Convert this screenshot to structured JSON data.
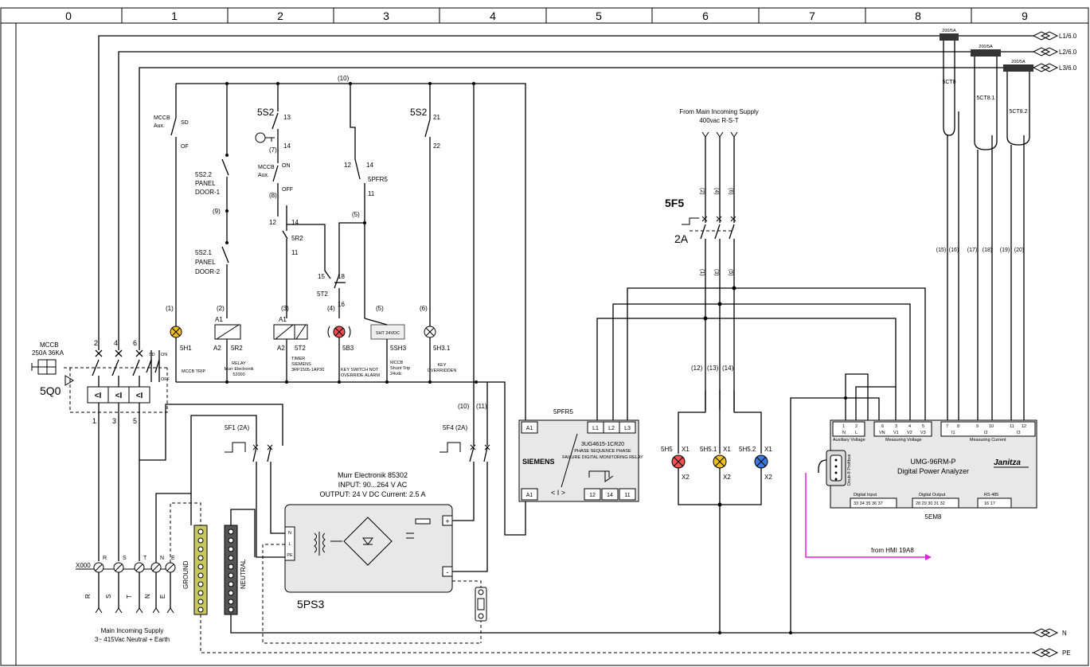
{
  "grid_columns": [
    "0",
    "1",
    "2",
    "3",
    "4",
    "5",
    "6",
    "7",
    "8",
    "9"
  ],
  "supply_terminals": {
    "l1": "L1/6.0",
    "l2": "L2/6.0",
    "l3": "L3/6.0",
    "n": "N",
    "pe": "PE"
  },
  "ct": {
    "ct8": {
      "label": "5CT8",
      "rating": "200/5A"
    },
    "ct81": {
      "label": "5CT8.1",
      "rating": "200/5A"
    },
    "ct82": {
      "label": "5CT8.2",
      "rating": "200/5A"
    }
  },
  "mccb": {
    "name": "MCCB",
    "rating": "250A 36KA",
    "tag": "5Q0",
    "aux_sd": "SD",
    "aux_on": "ON",
    "aux_off": "OFF",
    "pole_top": [
      "2",
      "4",
      "6"
    ],
    "pole_bottom": [
      "1",
      "3",
      "5"
    ]
  },
  "wires": {
    "w1": "(1)",
    "w2": "(2)",
    "w3": "(3)",
    "w4": "(4)",
    "w5a": "(5)",
    "w5b": "(5)",
    "w6": "(6)",
    "w7": "(7)",
    "w8": "(8)",
    "w9": "(9)",
    "w10a": "(10)",
    "w10b": "(10)",
    "w11": "(11)",
    "w12": "(12)",
    "w13": "(13)",
    "w14": "(14)",
    "f5_in": [
      "(2)",
      "(4)",
      "(6)"
    ],
    "f5_out": [
      "(1)",
      "(3)",
      "(5)"
    ],
    "ct_wires": [
      "(15)",
      "(16)",
      "(17)",
      "(18)",
      "(19)",
      "(20)"
    ]
  },
  "control": {
    "mccb_aux": {
      "label1": "MCCB",
      "label2": "Aux.",
      "sd": "SD",
      "of": "OF"
    },
    "door1": {
      "tag": "5S2.2",
      "l1": "PANEL",
      "l2": "DOOR-1"
    },
    "door2": {
      "tag": "5S2.1",
      "l1": "PANEL",
      "l2": "DOOR-2"
    },
    "keyswitch": {
      "tag": "5S2",
      "c1": "13",
      "c2": "14",
      "c3": "21",
      "c4": "22"
    },
    "mccb_aux2": {
      "l1": "MCCB",
      "l2": "Aux.",
      "on": "ON",
      "off": "OFF"
    },
    "r5r2": {
      "c1": "12",
      "c2": "14",
      "c3": "11",
      "tag": "5R2"
    },
    "pfr_contact": {
      "c1": "12",
      "c2": "14",
      "c3": "11",
      "tag": "5PFR5"
    },
    "timer_contact": {
      "c1": "15",
      "c2": "18",
      "c3": "16",
      "tag": "5T2"
    },
    "shunt_box": "SHT 24VDC"
  },
  "loads": {
    "h1": {
      "tag": "5H1",
      "desc": "MCCB TRIP"
    },
    "r2": {
      "tag": "5R2",
      "a1": "A1",
      "a2": "A2",
      "d1": "RELAY",
      "d2": "Murr Electronik",
      "d3": "52000"
    },
    "t2": {
      "tag": "5T2",
      "a1": "A1",
      "a2": "A2",
      "d1": "TIMER",
      "d2": "SIEMENS",
      "d3": "3RP1505-1AP30"
    },
    "b3": {
      "tag": "5B3",
      "d1": "KEY SWITCH NOT",
      "d2": "OVERRIDE ALARM"
    },
    "sh3": {
      "tag": "5SH3",
      "d1": "MCCB",
      "d2": "Shunt Trip",
      "d3": "24vdc"
    },
    "h31": {
      "tag": "5H3.1",
      "d1": "KEY",
      "d2": "OVERRIDDEN"
    }
  },
  "fuses": {
    "f1": {
      "tag": "5F1 (2A)"
    },
    "f4": {
      "tag": "5F4 (2A)"
    },
    "f5": {
      "tag": "5F5",
      "rating": "2A"
    }
  },
  "psu": {
    "l1": "Murr Electronik  85302",
    "l2": "INPUT: 90...264 V AC",
    "l3": "OUTPUT: 24 V DC Current: 2.5 A",
    "tag": "5PS3",
    "in_term": [
      "N",
      "L",
      "PE"
    ],
    "plus": "+",
    "minus": "-"
  },
  "pfr": {
    "tag": "5PFR5",
    "model": "3UG4615-1CR20",
    "d1": "PHASE SEQUENCE PHASE",
    "d2": "FAILURE DIGITAL MONITORING RELAY",
    "brand": "SIEMENS",
    "top_terms": [
      "A1",
      "L1",
      "L2",
      "L3"
    ],
    "bottom_terms": [
      "A1",
      "12",
      "14",
      "11"
    ],
    "mark": "< I >"
  },
  "supply_note": {
    "l1": "From Main Incoming Supply",
    "l2": "400vac R-S-T"
  },
  "lamps": [
    {
      "tag": "5H5",
      "x1": "X1",
      "x2": "X2",
      "color": "#f05050"
    },
    {
      "tag": "5H5.1",
      "x1": "X1",
      "x2": "X2",
      "color": "#f0c020"
    },
    {
      "tag": "5H5.2",
      "x1": "X1",
      "x2": "X2",
      "color": "#3c78e0"
    }
  ],
  "analyzer": {
    "model": "UMG-96RM-P",
    "desc": "Digital Power Analyzer",
    "brand": "Janitza",
    "tag": "5EM8",
    "aux_terms": [
      "1",
      "2"
    ],
    "aux_sub": [
      "N",
      "L"
    ],
    "aux_label": "Auxiliary Voltage",
    "volt_terms": [
      "6",
      "3",
      "4",
      "5"
    ],
    "volt_sub": [
      "VN",
      "V1",
      "V2",
      "V3"
    ],
    "volt_label": "Measuring Voltage",
    "cur_terms": [
      "7",
      "8",
      "9",
      "10",
      "11",
      "12"
    ],
    "cur_sub": [
      "I1",
      "I2",
      "I3"
    ],
    "cur_label": "Measuring Current",
    "din_label": "Digital Input",
    "din_terms": "33  34  35  36  37",
    "dout_label": "Digital Output",
    "dout_terms": "28  29  30  31 32",
    "rs_label": "RS 485",
    "rs_terms": "16   17",
    "dsub": "Dsub-9 Profibus",
    "hmi": "from HMI 19A8"
  },
  "incoming": {
    "tag": "X000",
    "terms": [
      "R",
      "S",
      "T",
      "N",
      "E"
    ],
    "legs": [
      "R",
      "S",
      "T",
      "N",
      "E"
    ],
    "note1": "Main Incoming Supply",
    "note2": "3~ 415Vac Neutral + Earth",
    "ground": "GROUND",
    "neutral": "NEUTRAL"
  },
  "colors": {
    "alarm_red": "#f05050",
    "lamp_amber": "#f0c020",
    "lamp_blue": "#3c78e0",
    "hmi_magenta": "#e020e0"
  }
}
